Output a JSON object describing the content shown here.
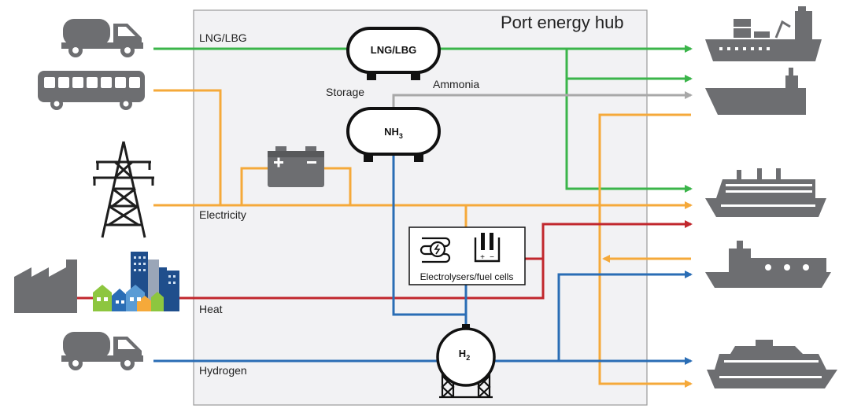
{
  "hub_title": "Port energy hub",
  "labels": {
    "lng": "LNG/LBG",
    "storage": "Storage",
    "ammonia": "Ammonia",
    "electricity": "Electricity",
    "heat": "Heat",
    "hydrogen": "Hydrogen",
    "electrolysers": "Electrolysers/fuel cells"
  },
  "tanks": {
    "lng": "LNG/LBG",
    "nh3": "NH",
    "nh3_sub": "3",
    "h2": "H",
    "h2_sub": "2"
  },
  "colors": {
    "lng": "#3bb54a",
    "ammonia": "#a8a8a8",
    "electricity": "#f5a93a",
    "heat": "#c1272d",
    "hydrogen": "#2a6db5",
    "icon": "#6d6e71",
    "hub_bg": "#f2f2f4"
  },
  "icons": [
    "tanker-truck-icon",
    "bus-icon",
    "power-pylon-icon",
    "factory-icon",
    "city-icon",
    "tanker-truck-icon",
    "container-ship-icon",
    "tanker-ship-icon",
    "cruise-ship-icon",
    "ferry-icon",
    "yacht-icon",
    "battery-icon"
  ]
}
